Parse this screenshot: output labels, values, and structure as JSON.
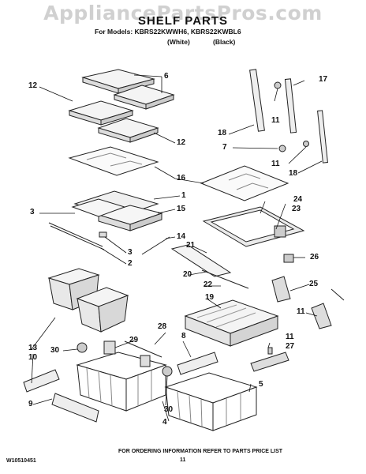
{
  "header": {
    "watermark": "AppliancePartsPros.com",
    "title": "SHELF PARTS",
    "models_line": "For Models: KBRS22KWWH6, KBRS22KWBL6",
    "variant_white": "(White)",
    "variant_black": "(Black)"
  },
  "callouts": {
    "c1": "1",
    "c2": "2",
    "c3a": "3",
    "c3b": "3",
    "c4": "4",
    "c5": "5",
    "c6": "6",
    "c7": "7",
    "c8": "8",
    "c9": "9",
    "c10": "10",
    "c11a": "11",
    "c11b": "11",
    "c11c": "11",
    "c11d": "11",
    "c12a": "12",
    "c12b": "12",
    "c13": "13",
    "c14": "14",
    "c15": "15",
    "c16": "16",
    "c17": "17",
    "c18a": "18",
    "c18b": "18",
    "c19": "19",
    "c20": "20",
    "c21": "21",
    "c22": "22",
    "c23": "23",
    "c24": "24",
    "c25": "25",
    "c26": "26",
    "c27": "27",
    "c28": "28",
    "c29": "29",
    "c30a": "30",
    "c30b": "30"
  },
  "footer": {
    "doc_number": "W10510451",
    "page_number": "11",
    "ordering_note": "FOR ORDERING INFORMATION REFER TO PARTS PRICE LIST"
  }
}
